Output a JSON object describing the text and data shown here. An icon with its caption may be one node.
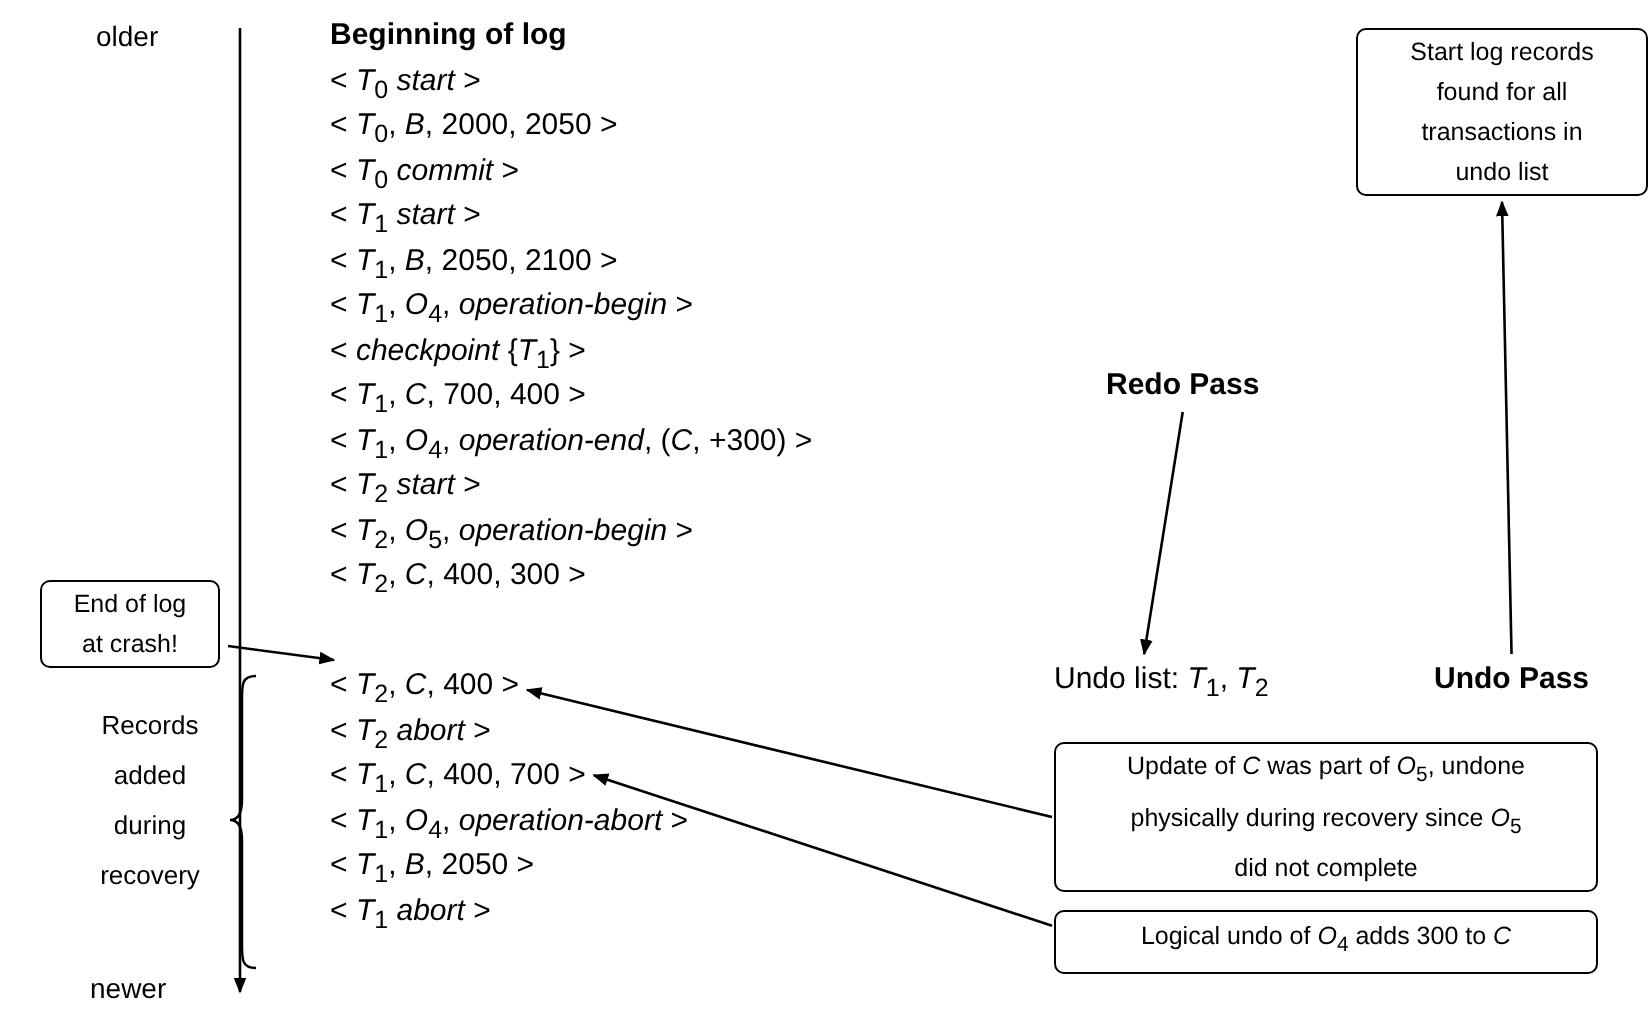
{
  "diagram": {
    "nodes": [
      {
        "text": [
          "End of log at crash!"
        ]
      },
      {
        "text": [
          "< *T*$_{2}$, *C*, 400 >"
        ]
      },
      {
        "text": [
          "< *T*$_{1}$, *C*, 400, 700 >"
        ]
      },
      {
        "text": [
          "Redo Pass"
        ]
      },
      {
        "text": [
          "Undo list: *T*$_{1}$, *T*$_{2}$"
        ]
      },
      {
        "text": [
          "Undo Pass"
        ]
      },
      {
        "text": [
          "Start log records found for all transactions in undo list"
        ]
      },
      {
        "text": [
          "Update of *C* was part of *O*$_{5}$, undone physically during recovery since *O*$_{5}$ did not complete"
        ]
      },
      {
        "text": [
          "Logical undo of *O*$_{4}$ adds 300 to *C*"
        ]
      }
    ],
    "edges": [
      {
        "from": 0,
        "to": 1,
        "arrow": "to"
      },
      {
        "from": 7,
        "to": 1,
        "arrow": "to"
      },
      {
        "from": 8,
        "to": 2,
        "arrow": "to"
      },
      {
        "from": 3,
        "to": 4,
        "arrow": "to"
      },
      {
        "from": 5,
        "to": 6,
        "arrow": "to"
      }
    ],
    "labels": [
      "older",
      "Beginning of log",
      "< *T*$_{0}$ *start* >",
      "< *T*$_{0}$, *B*, 2000, 2050 >",
      "< *T*$_{0}$ *commit* >",
      "< *T*$_{1}$ *start* >",
      "< *T*$_{1}$, *B*, 2050, 2100 >",
      "< *T*$_{1}$, *O*$_{4}$, *operation-begin* >",
      "< *checkpoint* {*T*$_{1}$} >",
      "< *T*$_{1}$, *C*, 700, 400 >",
      "< *T*$_{1}$, *O*$_{4}$, *operation-end*, (*C*, +300) >",
      "< *T*$_{2}$ *start* >",
      "< *T*$_{2}$, *O*$_{5}$, *operation-begin* >",
      "< *T*$_{2}$, *C*, 400, 300 >",
      "Records added during recovery",
      "< *T*$_{2}$ *abort* >",
      "< *T*$_{1}$, *O*$_{4}$, *operation-abort* >",
      "< *T*$_{1}$, *B*, 2050 >",
      "< *T*$_{1}$ *abort* >",
      "newer"
    ]
  }
}
